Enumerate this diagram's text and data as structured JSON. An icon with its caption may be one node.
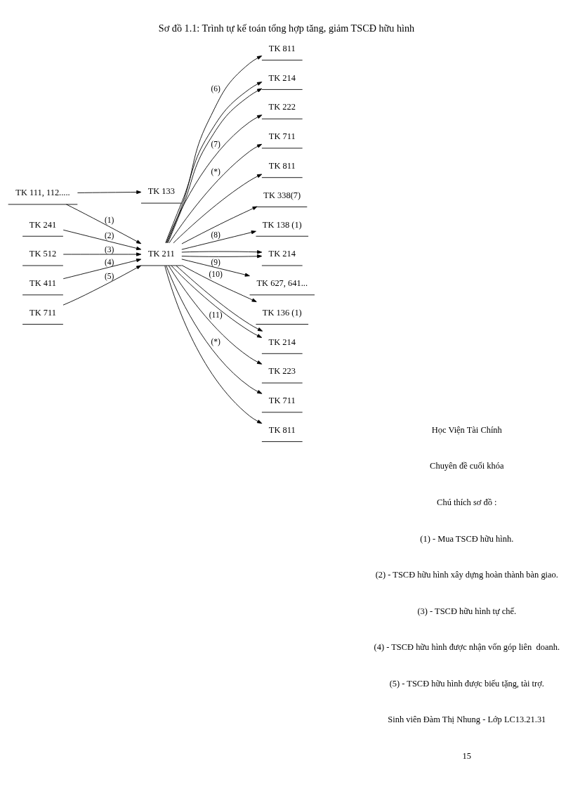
{
  "diagram": {
    "title": "Sơ đồ 1.1: Trình tự kế toán tổng hợp tăng, giảm TSCĐ hữu hình",
    "nodes": [
      {
        "text": [
          "TK 111, 112....."
        ]
      },
      {
        "text": [
          "TK 133"
        ]
      },
      {
        "text": [
          "TK 241"
        ]
      },
      {
        "text": [
          "TK 512"
        ]
      },
      {
        "text": [
          "TK 411"
        ]
      },
      {
        "text": [
          "TK 711"
        ]
      },
      {
        "text": [
          "TK 211"
        ]
      },
      {
        "text": [
          "TK 811"
        ]
      },
      {
        "text": [
          "TK 214"
        ]
      },
      {
        "text": [
          "TK 222"
        ]
      },
      {
        "text": [
          "TK 711"
        ]
      },
      {
        "text": [
          "TK 811"
        ]
      },
      {
        "text": [
          "TK 338(7)"
        ]
      },
      {
        "text": [
          "TK 138 (1)"
        ]
      },
      {
        "text": [
          "TK 214"
        ]
      },
      {
        "text": [
          "TK 627, 641..."
        ]
      },
      {
        "text": [
          "TK 136 (1)"
        ]
      },
      {
        "text": [
          "TK 214"
        ]
      },
      {
        "text": [
          "TK 223"
        ]
      },
      {
        "text": [
          "TK 711"
        ]
      },
      {
        "text": [
          "TK 811"
        ]
      }
    ],
    "edges": [
      {
        "from": 0,
        "to": 6,
        "arrow": "to",
        "label": "(1)"
      },
      {
        "from": 0,
        "to": 1,
        "arrow": "to"
      },
      {
        "from": 2,
        "to": 6,
        "arrow": "to",
        "label": "(2)"
      },
      {
        "from": 3,
        "to": 6,
        "arrow": "to",
        "label": "(3)"
      },
      {
        "from": 4,
        "to": 6,
        "arrow": "to",
        "label": "(4)"
      },
      {
        "from": 5,
        "to": 6,
        "arrow": "to",
        "label": "(5)"
      },
      {
        "from": 6,
        "to": 7,
        "arrow": "to",
        "label": "(6)"
      },
      {
        "from": 6,
        "to": 8,
        "arrow": "to"
      },
      {
        "from": 6,
        "to": 9,
        "arrow": "to",
        "label": "(7)"
      },
      {
        "from": 6,
        "to": 8,
        "arrow": "to"
      },
      {
        "from": 6,
        "to": 10,
        "arrow": "to",
        "label": "(*)"
      },
      {
        "from": 6,
        "to": 12,
        "arrow": "to"
      },
      {
        "from": 6,
        "to": 11,
        "arrow": "to"
      },
      {
        "from": 6,
        "to": 13,
        "arrow": "to",
        "label": "(8)"
      },
      {
        "from": 6,
        "to": 14,
        "arrow": "to"
      },
      {
        "from": 6,
        "to": 14,
        "arrow": "to"
      },
      {
        "from": 6,
        "to": 15,
        "arrow": "to",
        "label": "(9)"
      },
      {
        "from": 6,
        "to": 16,
        "arrow": "to",
        "label": "(10)"
      },
      {
        "from": 6,
        "to": 17,
        "arrow": "to"
      },
      {
        "from": 6,
        "to": 17,
        "arrow": "to"
      },
      {
        "from": 6,
        "to": 18,
        "arrow": "to",
        "label": "(11)"
      },
      {
        "from": 6,
        "to": 19,
        "arrow": "to",
        "label": "(*)"
      },
      {
        "from": 6,
        "to": 20,
        "arrow": "to"
      }
    ],
    "labels": [
      "Học Viện Tài Chính",
      "Chuyên đề cuối khóa",
      "Chú thích sơ đồ :",
      "(1) - Mua TSCĐ hữu hình.",
      "(2) - TSCĐ hữu hình xây dựng hoàn thành bàn giao.",
      "(3) - TSCĐ hữu hình tự chế.",
      "(4) - TSCĐ hữu hình được nhận vốn góp liên  doanh.",
      "(5) - TSCĐ hữu hình được biếu tặng, tài trợ.",
      "Sinh viên Đàm Thị Nhung - Lớp LC13.21.31",
      "15"
    ]
  }
}
